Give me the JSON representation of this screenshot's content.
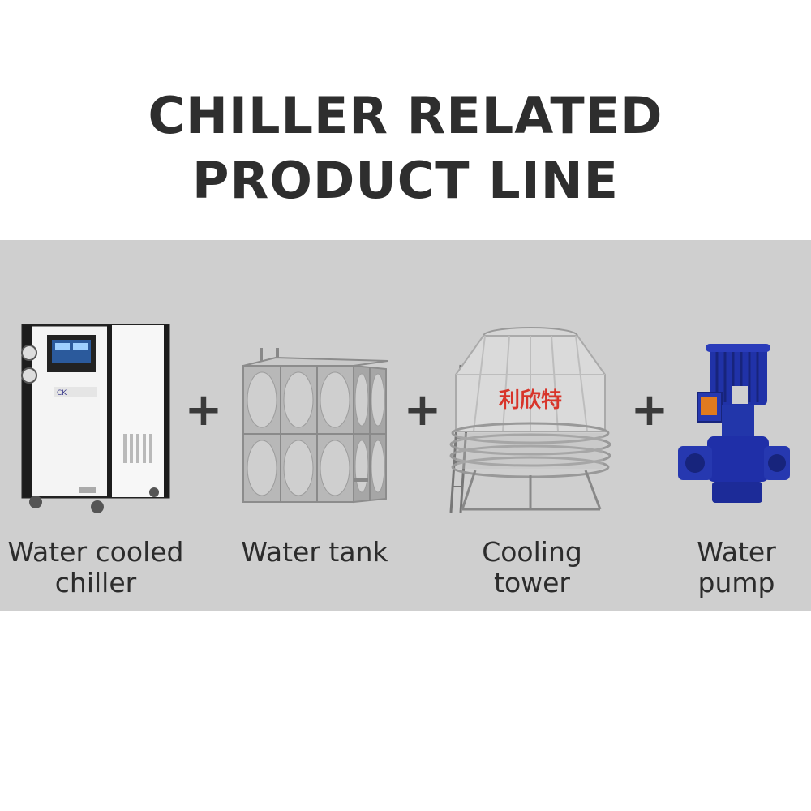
{
  "header": {
    "title_line1": "CHILLER RELATED",
    "title_line2": "PRODUCT LINE"
  },
  "products": [
    {
      "label_line1": "Water cooled",
      "label_line2": "chiller"
    },
    {
      "label_line1": "Water tank",
      "label_line2": ""
    },
    {
      "label_line1": "Cooling",
      "label_line2": "tower",
      "brand_text": "利欣特"
    },
    {
      "label_line1": "Water",
      "label_line2": "pump"
    }
  ],
  "separators": [
    "+",
    "+",
    "+"
  ],
  "colors": {
    "band": "#cfcfcf",
    "title": "#2e2e2e",
    "pump_blue": "#1f2fa8",
    "tower_logo": "#d8342a"
  }
}
